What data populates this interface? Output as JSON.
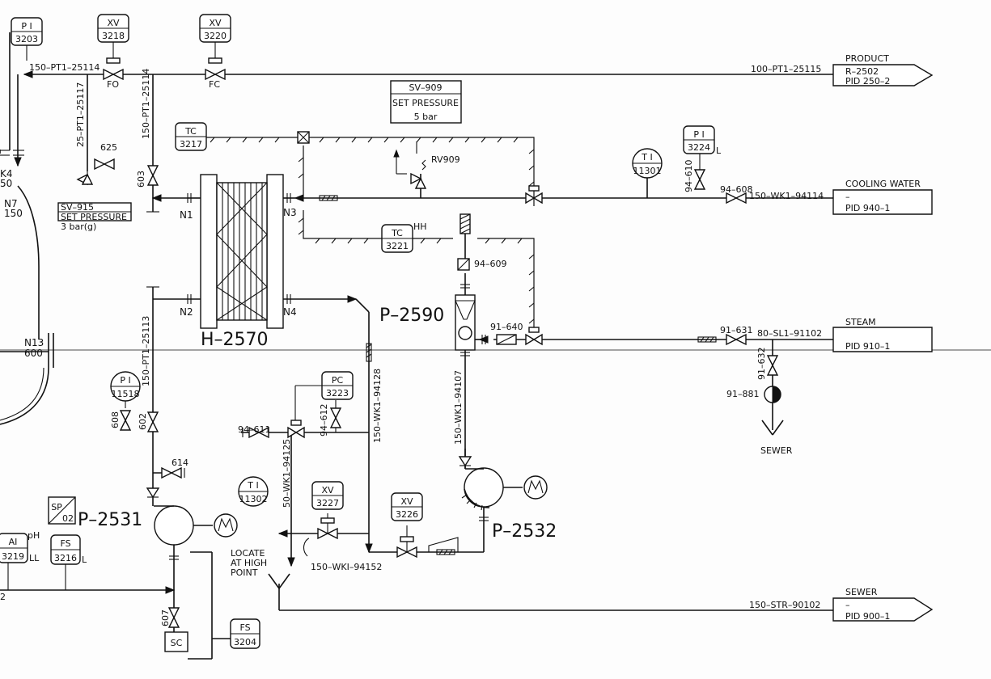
{
  "instruments": {
    "pi3203": {
      "fn": "P I",
      "num": "3203"
    },
    "xv3218": {
      "fn": "XV",
      "num": "3218"
    },
    "xv3220": {
      "fn": "XV",
      "num": "3220"
    },
    "tc3217": {
      "fn": "TC",
      "num": "3217"
    },
    "tc3221": {
      "fn": "TC",
      "num": "3221"
    },
    "pi3224": {
      "fn": "P I",
      "num": "3224"
    },
    "ti11301": {
      "fn": "T I",
      "num": "11301"
    },
    "pc3223": {
      "fn": "PC",
      "num": "3223"
    },
    "pi11518": {
      "fn": "P I",
      "num": "11518"
    },
    "xv3227": {
      "fn": "XV",
      "num": "3227"
    },
    "xv3226": {
      "fn": "XV",
      "num": "3226"
    },
    "ti11302": {
      "fn": "T I",
      "num": "11302"
    },
    "ai3219": {
      "fn": "AI",
      "num": "3219"
    },
    "fs3216": {
      "fn": "FS",
      "num": "3216"
    },
    "fs3204": {
      "fn": "FS",
      "num": "3204"
    },
    "sp02": {
      "fn": "SP",
      "num": "02"
    },
    "sc": {
      "fn": "SC"
    }
  },
  "equipment": {
    "h2570": "H–2570",
    "p2590": "P–2590",
    "p2531": "P–2531",
    "p2532": "P–2532"
  },
  "nozzles": {
    "n1": "N1",
    "n2": "N2",
    "n3": "N3",
    "n4": "N4",
    "n7": "N7",
    "n7_size": "150",
    "n13": "N13",
    "n13_size": "600",
    "k4": "K4",
    "k4_size": "50"
  },
  "lines": {
    "l25114": "150–PT1–25114",
    "l25115": "100–PT1–25115",
    "l25117": "25–PT1–25117",
    "l25114v": "150–PT1–25114",
    "l25113": "150–PT1–25113",
    "l94114": "150–WK1–94114",
    "l91102": "80–SL1–91102",
    "l94128": "150–WK1–94128",
    "l94107": "150–WK1–94107",
    "l94125": "50–WK1–94125",
    "l94152": "150–WKI–94152",
    "l90102": "150–STR–90102",
    "l2": "2"
  },
  "valves": {
    "v625": "625",
    "v603": "603",
    "v608": "608",
    "v602": "602",
    "v614": "614",
    "v607": "607",
    "v94610": "94–610",
    "v94608": "94–608",
    "v94609": "94–609",
    "v91640": "91–640",
    "v91631": "91–631",
    "v91632": "91–632",
    "v91881": "91–881",
    "v94611": "94–611",
    "v94612": "94–612",
    "rv909": "RV909"
  },
  "failpos": {
    "fo": "FO",
    "fc": "FC"
  },
  "alarms": {
    "l_pi3224": "L",
    "hh_tc3221": "HH",
    "ph": "pH",
    "ll": "LL",
    "l_fs3216": "L"
  },
  "notes": {
    "sv909_tag": "SV–909",
    "sv909_set": "SET PRESSURE",
    "sv909_val": "5 bar",
    "sv915_tag": "SV–915",
    "sv915_set": "SET PRESSURE",
    "sv915_val": "3 bar(g)",
    "locate1": "LOCATE",
    "locate2": "AT HIGH",
    "locate3": "POINT",
    "sewer_drain": "SEWER"
  },
  "offpage": {
    "product": {
      "title": "PRODUCT",
      "line1": "R–2502",
      "line2": "PID 250–2"
    },
    "cooling": {
      "title": "COOLING WATER",
      "line1": "–",
      "line2": "PID 940–1"
    },
    "steam": {
      "title": "STEAM",
      "line1": "",
      "line2": "PID 910–1"
    },
    "sewer": {
      "title": "SEWER",
      "line1": "–",
      "line2": "PID 900–1"
    }
  }
}
